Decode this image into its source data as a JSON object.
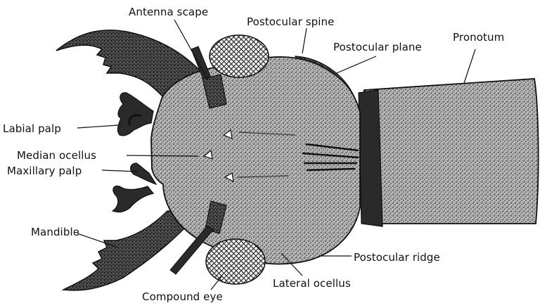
{
  "labels": {
    "antenna_scape": "Antenna scape",
    "postocular_spine": "Postocular spine",
    "postocular_plane": "Postocular plane",
    "pronotum": "Pronotum",
    "labial_palp": "Labial  palp",
    "median_ocellus": "Median ocellus",
    "maxillary_palp": "Maxillary palp",
    "mandible": "Mandible",
    "postocular_ridge": "Postocular ridge",
    "lateral_ocellus": "Lateral ocellus",
    "compound_eye": "Compound eye"
  },
  "colors": {
    "ink": "#111111",
    "stipple_fill": "#8a8a8a",
    "dark_fill": "#2a2a2a",
    "eye_fill": "#f4f4f4",
    "pronotum_fill": "#9a9a9a"
  }
}
